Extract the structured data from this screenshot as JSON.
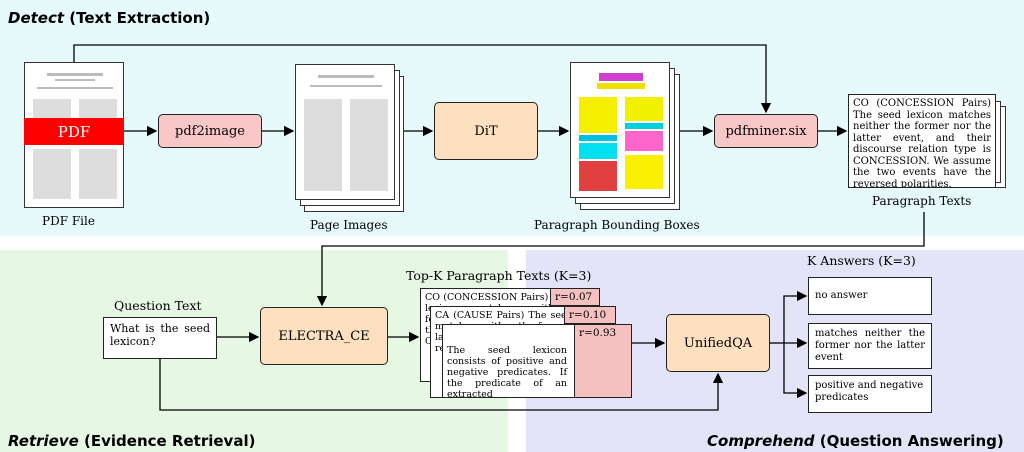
{
  "detect": {
    "title_italic": "Detect",
    "title_rest": " (Text Extraction)",
    "bg": "#e6fafb",
    "pdf_label": "PDF",
    "pdf_file_caption": "PDF File",
    "pdf2image": "pdf2image",
    "page_images_caption": "Page Images",
    "dit": "DiT",
    "bbox_caption": "Paragraph Bounding Boxes",
    "pdfminer": "pdfminer.six",
    "paragraph_text": "CO (CONCESSION Pairs) The seed lexicon matches neither the former nor the latter event, and their discourse relation type is CONCESSION. We assume the two events have the reversed polarities.",
    "paragraph_caption": "Paragraph Texts"
  },
  "retrieve": {
    "title_italic": "Retrieve",
    "title_rest": " (Evidence Retrieval)",
    "bg": "#e6f7e3",
    "question_caption": "Question Text",
    "question": "What is the seed lexicon?",
    "electra": "ELECTRA_CE"
  },
  "comprehend": {
    "title_italic": "Comprehend",
    "title_rest": " (Question Answering)",
    "bg": "#e3e4f7",
    "topk_caption": "Top-K Paragraph Texts (K=3)",
    "cards": [
      {
        "text": "CO (CONCESSION Pairs) The seed lexicon matches neither the former nor the latter event, and their discourse relation type is CONCESSION.",
        "score": "r=0.07"
      },
      {
        "text": "CA (CAUSE Pairs) The seed lexicon matches neither the former nor the latter event, and their discourse relation type is CAUSE.",
        "score": "r=0.10"
      },
      {
        "text": "The seed lexicon consists of positive and negative predicates. If the predicate of an extracted",
        "score": "r=0.93"
      }
    ],
    "unifiedqa": "UnifiedQA",
    "answers_caption": "K Answers (K=3)",
    "answers": [
      "no answer",
      "matches neither the former nor the latter event",
      "positive and negative predicates"
    ]
  }
}
